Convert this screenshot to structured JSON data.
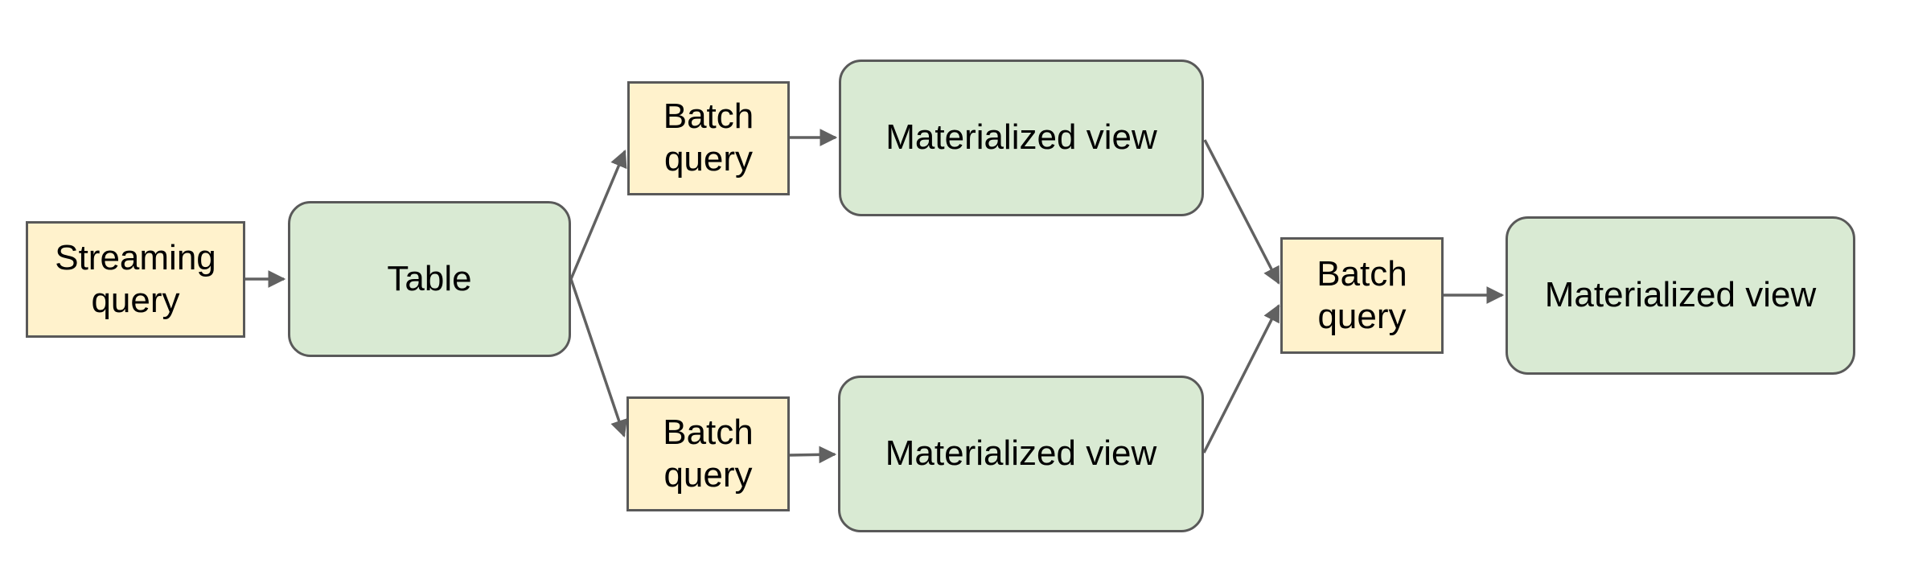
{
  "diagram": {
    "background_color": "#ffffff",
    "text_color": "#000000",
    "colors": {
      "query_fill": "#fff2cc",
      "store_fill": "#d9ead3",
      "border": "#595959",
      "arrow": "#616161"
    },
    "nodes": [
      {
        "id": "streaming-query",
        "label": "Streaming query",
        "kind": "query"
      },
      {
        "id": "table",
        "label": "Table",
        "kind": "store"
      },
      {
        "id": "batch-query-top",
        "label": "Batch query",
        "kind": "query"
      },
      {
        "id": "materialized-view-top",
        "label": "Materialized view",
        "kind": "store"
      },
      {
        "id": "batch-query-bottom",
        "label": "Batch query",
        "kind": "query"
      },
      {
        "id": "materialized-view-bottom",
        "label": "Materialized view",
        "kind": "store"
      },
      {
        "id": "batch-query-right",
        "label": "Batch query",
        "kind": "query"
      },
      {
        "id": "materialized-view-right",
        "label": "Materialized view",
        "kind": "store"
      }
    ],
    "edges": [
      {
        "from": "streaming-query",
        "to": "table"
      },
      {
        "from": "table",
        "to": "batch-query-top"
      },
      {
        "from": "table",
        "to": "batch-query-bottom"
      },
      {
        "from": "batch-query-top",
        "to": "materialized-view-top"
      },
      {
        "from": "batch-query-bottom",
        "to": "materialized-view-bottom"
      },
      {
        "from": "materialized-view-top",
        "to": "batch-query-right"
      },
      {
        "from": "materialized-view-bottom",
        "to": "batch-query-right"
      },
      {
        "from": "batch-query-right",
        "to": "materialized-view-right"
      }
    ]
  }
}
